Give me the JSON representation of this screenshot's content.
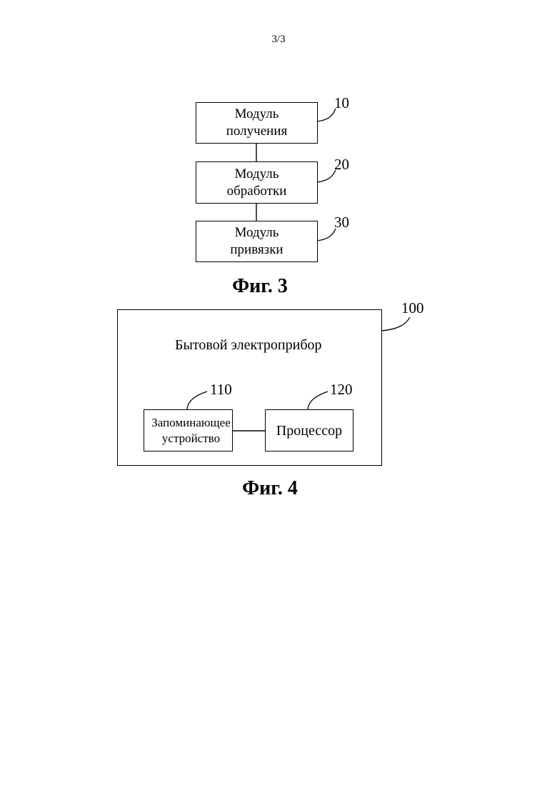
{
  "page_number": "3/3",
  "fig3": {
    "caption": "Фиг. 3",
    "modules": [
      {
        "ref": "10",
        "label": "Модуль\nполучения"
      },
      {
        "ref": "20",
        "label": "Модуль\nобработки"
      },
      {
        "ref": "30",
        "label": "Модуль\nпривязки"
      }
    ]
  },
  "fig4": {
    "caption": "Фиг. 4",
    "appliance": {
      "ref": "100",
      "label": "Бытовой электроприбор"
    },
    "memory": {
      "ref": "110",
      "label": "Запоминающее\nустройство"
    },
    "processor": {
      "ref": "120",
      "label": "Процессор"
    }
  }
}
